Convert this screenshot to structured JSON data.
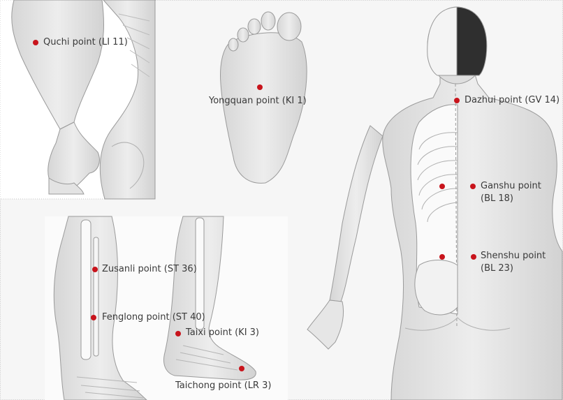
{
  "colors": {
    "point": "#c8141c",
    "text": "#3a3a3a",
    "background": "#f6f6f6",
    "skin": "#e4e4e4",
    "bone": "#fafafa",
    "outline": "#9a9a9a"
  },
  "points": {
    "quchi": "Quchi point (LI 11)",
    "yongquan": "Yongquan point (KI 1)",
    "dazhui": "Dazhui point (GV 14)",
    "ganshu_1": "Ganshu point",
    "ganshu_2": "(BL 18)",
    "shenshu_1": "Shenshu point",
    "shenshu_2": "(BL 23)",
    "zusanli": "Zusanli point (ST 36)",
    "fenglong": "Fenglong point (ST 40)",
    "taixi": "Taixi point (KI 3)",
    "taichong": "Taichong point (LR 3)"
  }
}
